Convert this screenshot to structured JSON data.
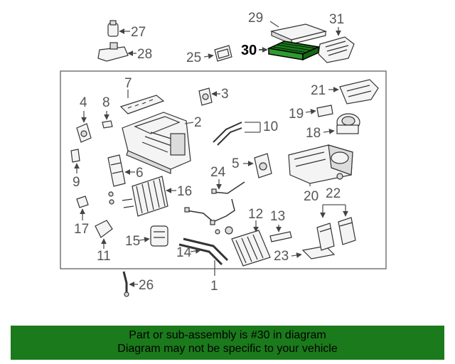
{
  "callouts": {
    "c1": "1",
    "c2": "2",
    "c3": "3",
    "c4": "4",
    "c5": "5",
    "c6": "6",
    "c7": "7",
    "c8": "8",
    "c9": "9",
    "c10": "10",
    "c11": "11",
    "c12": "12",
    "c13": "13",
    "c14": "14",
    "c15": "15",
    "c16": "16",
    "c17": "17",
    "c18": "18",
    "c19": "19",
    "c20": "20",
    "c21": "21",
    "c22": "22",
    "c23": "23",
    "c24": "24",
    "c25": "25",
    "c26": "26",
    "c27": "27",
    "c28": "28",
    "c29": "29",
    "c30": "30",
    "c31": "31"
  },
  "highlight_color": "#1b7a1b",
  "banner": {
    "line1": "Part or sub-assembly is #30 in diagram",
    "line2": "Diagram may not be specific to your vehicle"
  }
}
